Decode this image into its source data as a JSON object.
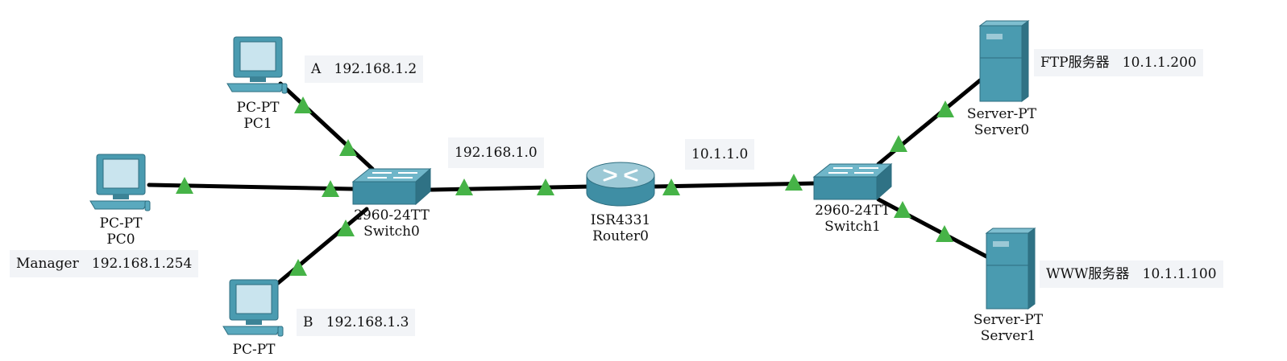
{
  "devices": {
    "pc1": {
      "model": "PC-PT",
      "name": "PC1"
    },
    "pc0": {
      "model": "PC-PT",
      "name": "PC0"
    },
    "pc2": {
      "model": "PC-PT"
    },
    "switch0": {
      "model": "2960-24TT",
      "name": "Switch0"
    },
    "router0": {
      "model": "ISR4331",
      "name": "Router0"
    },
    "switch1": {
      "model": "2960-24TT",
      "name": "Switch1"
    },
    "server0": {
      "model": "Server-PT",
      "name": "Server0"
    },
    "server1": {
      "model": "Server-PT",
      "name": "Server1"
    }
  },
  "notes": {
    "pc_a": {
      "tag": "A",
      "ip": "192.168.1.2"
    },
    "pc_b": {
      "tag": "B",
      "ip": "192.168.1.3"
    },
    "manager": {
      "tag": "Manager",
      "ip": "192.168.1.254"
    },
    "ftp": {
      "tag": "FTP服务器",
      "ip": "10.1.1.200"
    },
    "www": {
      "tag": "WWW服务器",
      "ip": "10.1.1.100"
    }
  },
  "networks": {
    "lan": "192.168.1.0",
    "wan": "10.1.1.0"
  },
  "colors": {
    "link": "#000000",
    "link_up": "#46b347",
    "device_teal": "#4a9bb0",
    "note_bg": "#f2f4f7"
  }
}
